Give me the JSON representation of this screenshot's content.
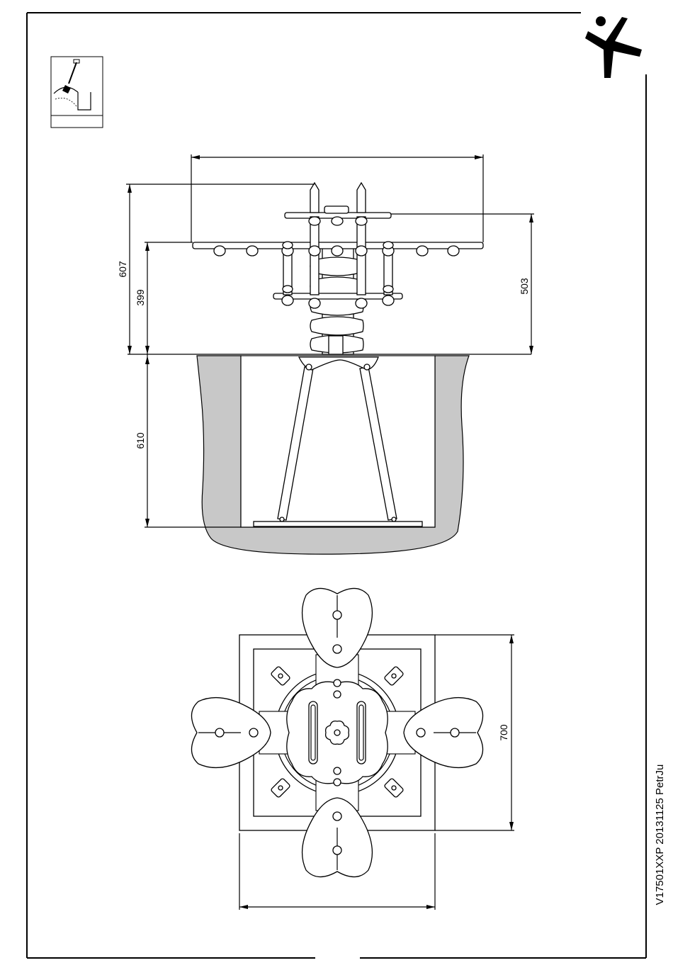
{
  "drawing": {
    "dimensions": {
      "total_height": "607",
      "seat_height": "399",
      "foundation_depth": "610",
      "top_seat_height": "503",
      "base_width": "700"
    },
    "revision_code": "V17501XXP 20131125 PetrJu",
    "icons": {
      "logo": "jumping-figure-icon",
      "excavation": "shovel-dig-icon"
    },
    "colors": {
      "line": "#000000",
      "soil": "#c8c8c8",
      "paper": "#ffffff"
    }
  }
}
